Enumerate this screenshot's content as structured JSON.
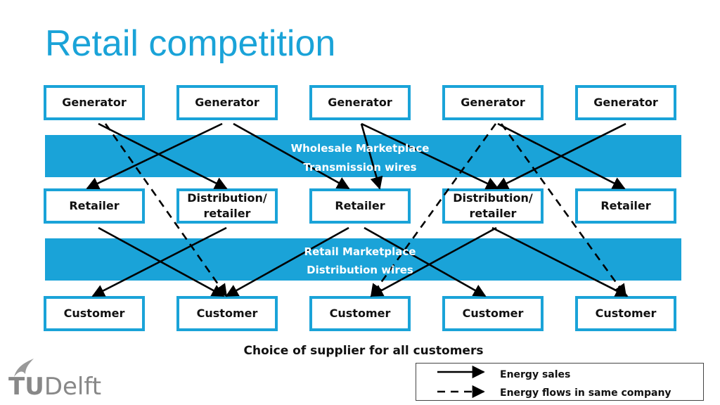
{
  "title": "Retail competition",
  "generators": [
    "Generator",
    "Generator",
    "Generator",
    "Generator",
    "Generator"
  ],
  "wholesale": {
    "line1": "Wholesale Marketplace",
    "line2": "Transmission wires"
  },
  "middle_row": [
    {
      "line1": "Retailer",
      "line2": ""
    },
    {
      "line1": "Distribution/",
      "line2": "retailer"
    },
    {
      "line1": "Retailer",
      "line2": ""
    },
    {
      "line1": "Distribution/",
      "line2": "retailer"
    },
    {
      "line1": "Retailer",
      "line2": ""
    }
  ],
  "retail": {
    "line1": "Retail Marketplace",
    "line2": "Distribution wires"
  },
  "customers": [
    "Customer",
    "Customer",
    "Customer",
    "Customer",
    "Customer"
  ],
  "caption": "Choice of supplier for all customers",
  "legend": {
    "solid_label": "Energy sales",
    "dashed_label": "Energy flows in same company"
  },
  "logo": {
    "text_bold": "TU",
    "text_light": "Delft"
  },
  "colors": {
    "accent": "#1aa3d8",
    "line": "#000000"
  }
}
